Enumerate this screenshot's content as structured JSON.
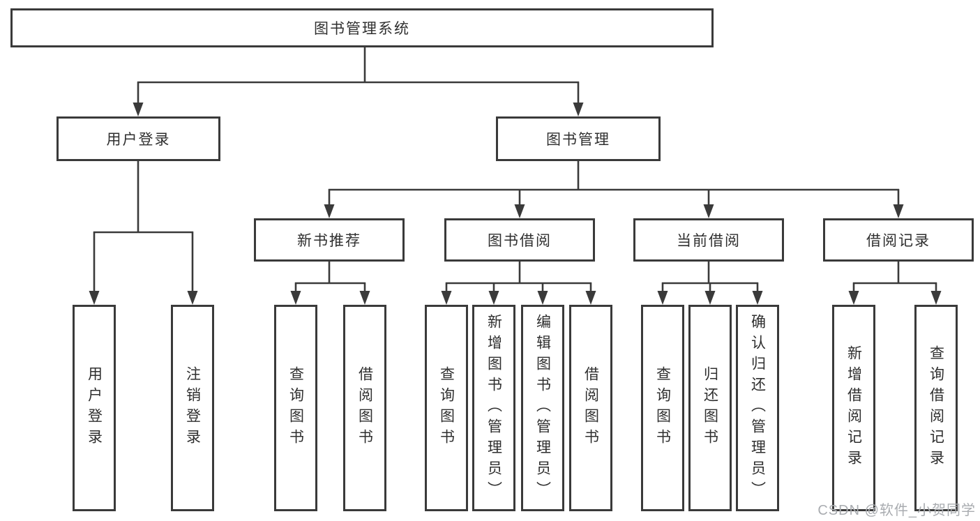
{
  "tree": {
    "label": "图书管理系统",
    "children": [
      {
        "label": "用户登录",
        "children": [
          {
            "label": "用户登录"
          },
          {
            "label": "注销登录"
          }
        ]
      },
      {
        "label": "图书管理",
        "children": [
          {
            "label": "新书推荐",
            "children": [
              {
                "label": "查询图书"
              },
              {
                "label": "借阅图书"
              }
            ]
          },
          {
            "label": "图书借阅",
            "children": [
              {
                "label": "查询图书"
              },
              {
                "label": "新增图书（管理员）"
              },
              {
                "label": "编辑图书（管理员）"
              },
              {
                "label": "借阅图书"
              }
            ]
          },
          {
            "label": "当前借阅",
            "children": [
              {
                "label": "查询图书"
              },
              {
                "label": "归还图书"
              },
              {
                "label": "确认归还（管理员）"
              }
            ]
          },
          {
            "label": "借阅记录",
            "children": [
              {
                "label": "新增借阅记录"
              },
              {
                "label": "查询借阅记录"
              }
            ]
          }
        ]
      }
    ]
  },
  "colors": {
    "line": "#3a3a3a",
    "text": "#2f2f2f",
    "watermark": "#a9acb0"
  },
  "watermark": {
    "text": "CSDN @软件_小贺同学"
  }
}
